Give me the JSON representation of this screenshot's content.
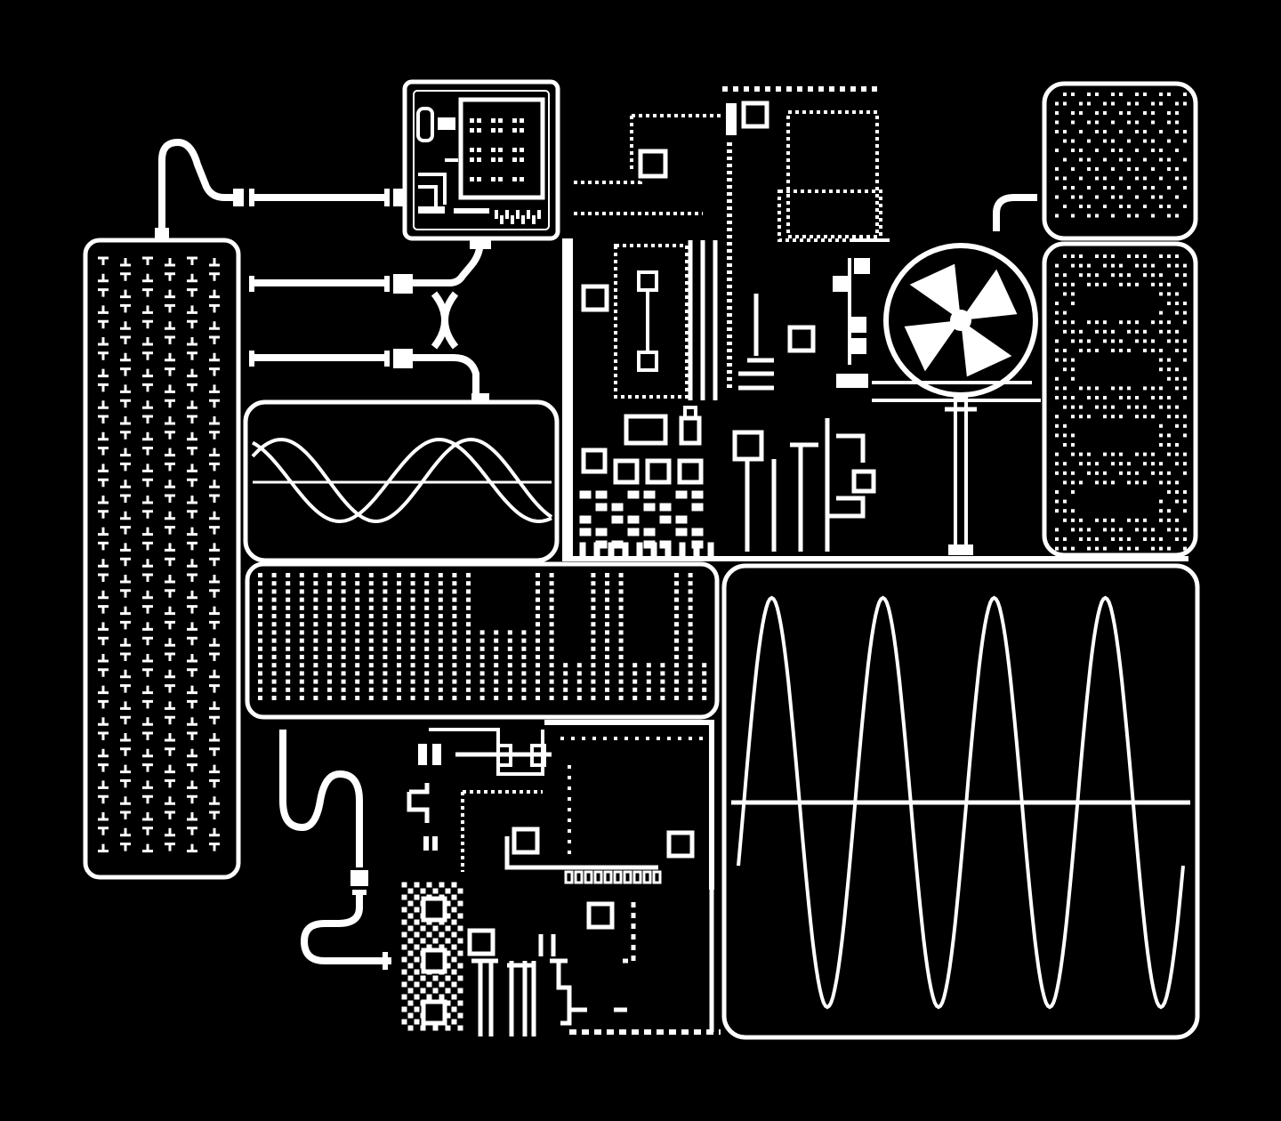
{
  "palette": {
    "background": "#000000",
    "foreground": "#ffffff"
  },
  "modules": [
    {
      "id": "grid-panel",
      "kind": "glyph-grid",
      "glyph": "T-brackets"
    },
    {
      "id": "small-screen",
      "kind": "circuit-screen"
    },
    {
      "id": "wave-screen",
      "kind": "dual-wave",
      "cycles": 1.5
    },
    {
      "id": "mid-circuit",
      "kind": "circuit-board"
    },
    {
      "id": "fan-unit",
      "kind": "fan-icon",
      "blades": 4
    },
    {
      "id": "right-top-grid",
      "kind": "dot-matrix"
    },
    {
      "id": "right-mid-grid",
      "kind": "dot-matrix"
    },
    {
      "id": "dot-matrix-panel",
      "kind": "bar-meter",
      "levels": [
        1.0,
        1.0,
        1.0,
        1.0,
        1.0,
        1.0,
        1.0,
        1.0,
        1.0,
        1.0,
        1.0,
        1.0,
        1.0,
        1.0,
        1.0,
        1.0,
        0.55,
        0.55,
        0.55,
        0.55,
        1.0,
        1.0,
        0.3,
        0.3,
        1.0,
        1.0,
        1.0,
        0.3,
        0.3,
        0.3,
        1.0,
        1.0,
        0.3
      ]
    },
    {
      "id": "lower-circuit",
      "kind": "circuit-board"
    },
    {
      "id": "oscilloscope",
      "kind": "sine-wave",
      "cycles": 4
    }
  ]
}
